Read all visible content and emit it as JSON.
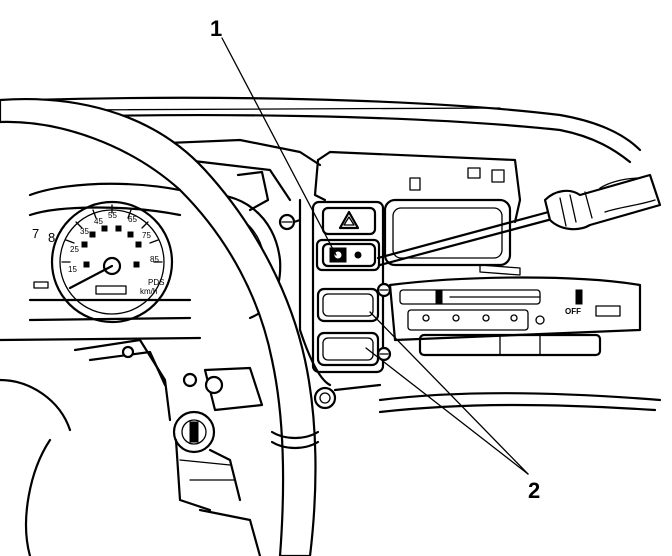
{
  "callouts": {
    "one": "1",
    "two": "2"
  },
  "gauge": {
    "numbers": [
      "7",
      "8",
      "15",
      "25",
      "35",
      "45",
      "55",
      "65",
      "75",
      "85"
    ],
    "small_labels": [
      "PDS",
      "km/h"
    ]
  },
  "hvac": {
    "fan_label": "OFF"
  },
  "colors": {
    "ink": "#000000",
    "paper": "#ffffff"
  }
}
